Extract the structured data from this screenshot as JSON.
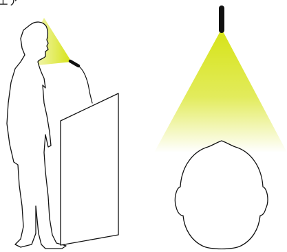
{
  "partial_text": "エア",
  "colors": {
    "cone": "#d6e316",
    "background": "#ffffff",
    "outline": "#111111"
  },
  "figures": [
    {
      "view": "side",
      "label": "",
      "icons": [
        "person-side-silhouette-icon",
        "podium-icon",
        "gooseneck-microphone-icon",
        "pickup-cone-icon"
      ]
    },
    {
      "view": "top",
      "label": "",
      "icons": [
        "ceiling-microphone-icon",
        "pickup-cone-icon",
        "head-top-view-icon"
      ]
    }
  ]
}
